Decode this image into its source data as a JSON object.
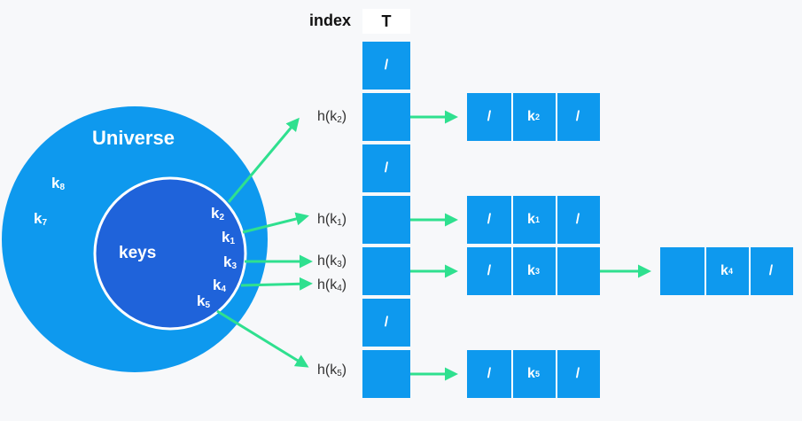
{
  "header": {
    "index_label": "index",
    "table_label": "T"
  },
  "universe": {
    "label": "Universe",
    "outside_keys": [
      {
        "base": "k",
        "sub": "8"
      },
      {
        "base": "k",
        "sub": "7"
      }
    ]
  },
  "keys_set": {
    "label": "keys",
    "keys": [
      {
        "base": "k",
        "sub": "2"
      },
      {
        "base": "k",
        "sub": "1"
      },
      {
        "base": "k",
        "sub": "3"
      },
      {
        "base": "k",
        "sub": "4"
      },
      {
        "base": "k",
        "sub": "5"
      }
    ]
  },
  "hash_labels": [
    {
      "pre": "h(k",
      "sub": "2",
      "post": ")"
    },
    {
      "pre": "h(k",
      "sub": "1",
      "post": ")"
    },
    {
      "pre": "h(k",
      "sub": "3",
      "post": ")"
    },
    {
      "pre": "h(k",
      "sub": "4",
      "post": ")"
    },
    {
      "pre": "h(k",
      "sub": "5",
      "post": ")"
    }
  ],
  "table_slots": [
    {
      "text": "/"
    },
    {
      "text": ""
    },
    {
      "text": "/"
    },
    {
      "text": ""
    },
    {
      "text": ""
    },
    {
      "text": "/"
    },
    {
      "text": ""
    }
  ],
  "chains": [
    {
      "nodes": [
        {
          "prev": "/",
          "key_base": "k",
          "key_sub": "2",
          "next": "/"
        }
      ]
    },
    {
      "nodes": [
        {
          "prev": "/",
          "key_base": "k",
          "key_sub": "1",
          "next": "/"
        }
      ]
    },
    {
      "nodes": [
        {
          "prev": "/",
          "key_base": "k",
          "key_sub": "3",
          "next": ""
        },
        {
          "prev": "",
          "key_base": "k",
          "key_sub": "4",
          "next": "/"
        }
      ]
    },
    {
      "nodes": [
        {
          "prev": "/",
          "key_base": "k",
          "key_sub": "5",
          "next": "/"
        }
      ]
    }
  ],
  "colors": {
    "universe": "#0e99ee",
    "keys_circle": "#1f63da",
    "cell": "#0e99ee",
    "arrow": "#2fe08f",
    "background": "#f7f8fa"
  }
}
